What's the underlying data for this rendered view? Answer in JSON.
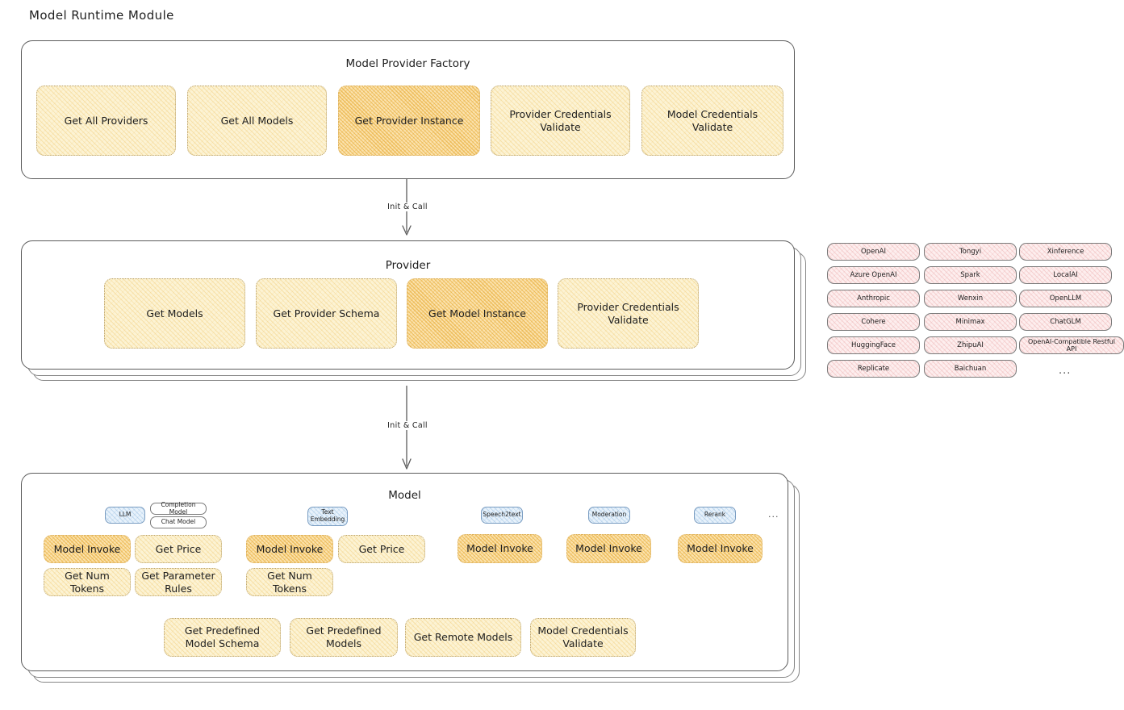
{
  "page": {
    "title": "Model Runtime Module"
  },
  "factory": {
    "title": "Model Provider Factory",
    "nodes": [
      {
        "label": "Get All Providers",
        "highlight": false
      },
      {
        "label": "Get All Models",
        "highlight": false
      },
      {
        "label": "Get Provider Instance",
        "highlight": true
      },
      {
        "label": "Provider Credentials Validate",
        "highlight": false
      },
      {
        "label": "Model Credentials Validate",
        "highlight": false
      }
    ]
  },
  "arrows": [
    {
      "label": "Init & Call"
    },
    {
      "label": "Init & Call"
    }
  ],
  "provider": {
    "title": "Provider",
    "nodes": [
      {
        "label": "Get Models",
        "highlight": false
      },
      {
        "label": "Get Provider Schema",
        "highlight": false
      },
      {
        "label": "Get Model Instance",
        "highlight": true
      },
      {
        "label": "Provider Credentials Validate",
        "highlight": false
      }
    ]
  },
  "provider_list": {
    "columns": [
      {
        "items": [
          "OpenAI",
          "Azure OpenAI",
          "Anthropic",
          "Cohere",
          "HuggingFace",
          "Replicate"
        ]
      },
      {
        "items": [
          "Tongyi",
          "Spark",
          "Wenxin",
          "Minimax",
          "ZhipuAI",
          "Baichuan"
        ]
      },
      {
        "items": [
          "Xinference",
          "LocalAI",
          "OpenLLM",
          "ChatGLM",
          "OpenAI-Compatible Restful API"
        ]
      }
    ],
    "more": "..."
  },
  "model": {
    "title": "Model",
    "more": "...",
    "types": [
      {
        "tag": "LLM",
        "subtags": [
          "Completion Model",
          "Chat Model"
        ],
        "nodes": [
          {
            "label": "Model Invoke",
            "highlight": true
          },
          {
            "label": "Get Price",
            "highlight": false
          },
          {
            "label": "Get Num Tokens",
            "highlight": false
          },
          {
            "label": "Get Parameter Rules",
            "highlight": false
          }
        ]
      },
      {
        "tag": "Text Embedding",
        "subtags": [],
        "nodes": [
          {
            "label": "Model Invoke",
            "highlight": true
          },
          {
            "label": "Get Price",
            "highlight": false
          },
          {
            "label": "Get Num Tokens",
            "highlight": false
          }
        ]
      },
      {
        "tag": "Speech2text",
        "subtags": [],
        "nodes": [
          {
            "label": "Model Invoke",
            "highlight": true
          }
        ]
      },
      {
        "tag": "Moderation",
        "subtags": [],
        "nodes": [
          {
            "label": "Model Invoke",
            "highlight": true
          }
        ]
      },
      {
        "tag": "Rerank",
        "subtags": [],
        "nodes": [
          {
            "label": "Model Invoke",
            "highlight": true
          }
        ]
      }
    ],
    "common_nodes": [
      {
        "label": "Get Predefined Model Schema"
      },
      {
        "label": "Get Predefined Models"
      },
      {
        "label": "Get Remote Models"
      },
      {
        "label": "Model Credentials Validate"
      }
    ]
  },
  "colors": {
    "fill_light": "#fcf3d4",
    "fill_strong": "#fbe2ad",
    "fill_pink": "#fdeeee",
    "fill_blue": "#e8f2fb",
    "stroke": "#5c5c5c",
    "text": "#1e1e1e"
  }
}
